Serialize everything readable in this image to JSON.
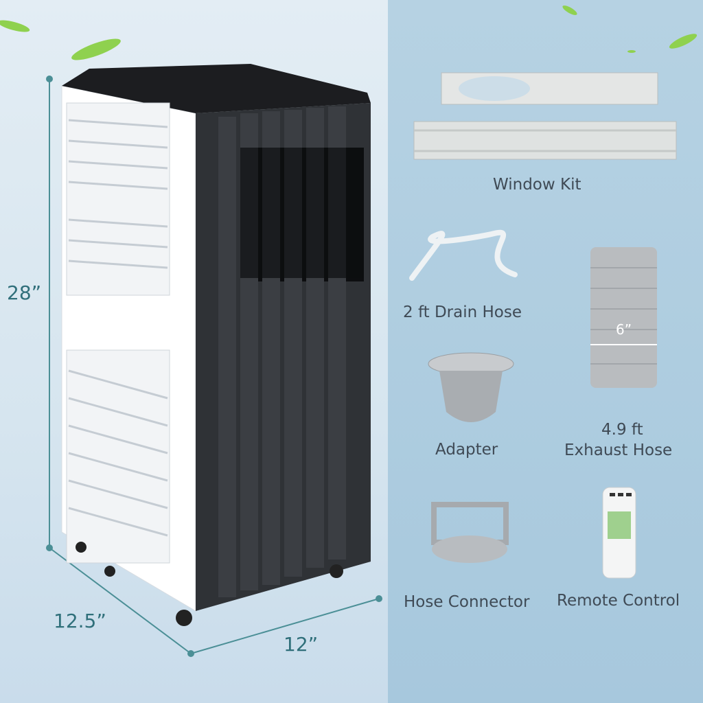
{
  "dimensions": {
    "height": "28”",
    "depth": "12.5”",
    "width": "12”"
  },
  "accessories": {
    "window_kit": "Window Kit",
    "drain_hose": "2 ft Drain Hose",
    "exhaust_hose_diameter": "6”",
    "exhaust_hose_length": "4.9 ft",
    "exhaust_hose": "Exhaust Hose",
    "adapter": "Adapter",
    "hose_connector": "Hose Connector",
    "remote_control": "Remote Control"
  },
  "colors": {
    "dimension_line": "#2f7f86",
    "unit_body": "#ffffff",
    "unit_front": "#2d2f33",
    "background": "#dbe8f1",
    "panel": "#aacbe0"
  }
}
